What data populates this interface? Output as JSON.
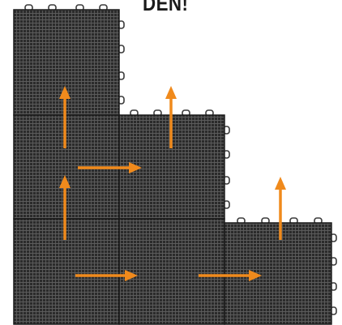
{
  "heading": {
    "text": "DEN!"
  },
  "colors": {
    "tile_fill": "#2b2b2b",
    "tile_grid": "#5c5c5c",
    "tile_seam": "#1a1a1a",
    "connector": "#3a3a3a",
    "arrow": "#f08a1c",
    "background": "#ffffff"
  },
  "tiles": [
    {
      "id": "tile-col1-row1"
    },
    {
      "id": "tile-col1-row2"
    },
    {
      "id": "tile-col2-row2"
    },
    {
      "id": "tile-col1-row3"
    },
    {
      "id": "tile-col2-row3"
    },
    {
      "id": "tile-col3-row3"
    }
  ],
  "arrows": [
    {
      "id": "arrow-up-col1-row1",
      "direction": "up"
    },
    {
      "id": "arrow-up-col2-row2",
      "direction": "up"
    },
    {
      "id": "arrow-right-row2",
      "direction": "right"
    },
    {
      "id": "arrow-up-col1-row2",
      "direction": "up"
    },
    {
      "id": "arrow-up-col3-row3",
      "direction": "up"
    },
    {
      "id": "arrow-right-row3-a",
      "direction": "right"
    },
    {
      "id": "arrow-right-row3-b",
      "direction": "right"
    }
  ]
}
